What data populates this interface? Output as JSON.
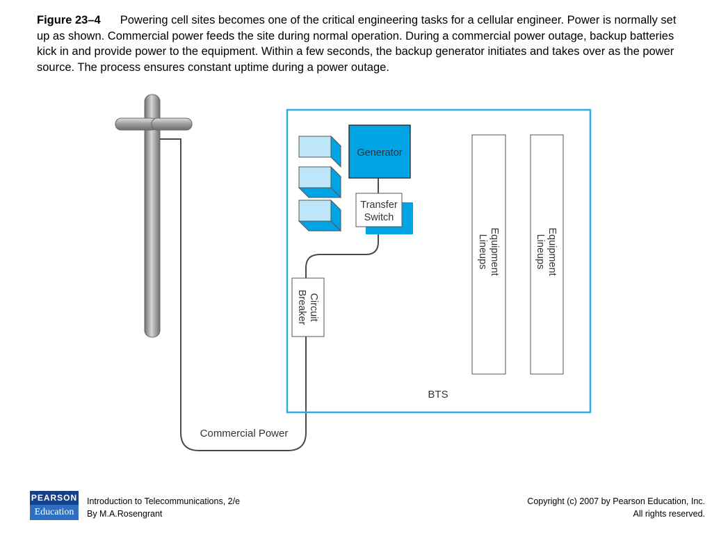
{
  "caption": {
    "label": "Figure 23–4",
    "text": "Powering cell sites becomes one of the critical engineering tasks for a cellular engineer. Power is normally set up as shown. Commercial power feeds the site during normal operation. During a commercial power outage, backup batteries kick in and provide power to the equipment. Within a few seconds, the backup generator initiates and takes over as the power source. The process ensures constant uptime during a power outage."
  },
  "diagram": {
    "generator": "Generator",
    "transfer_switch": [
      "Transfer",
      "Switch"
    ],
    "circuit_breaker": [
      "Circuit",
      "Breaker"
    ],
    "equipment_lineups": [
      [
        "Equipment",
        "Lineups"
      ],
      [
        "Equipment",
        "Lineups"
      ]
    ],
    "bts": "BTS",
    "commercial_power": "Commercial Power",
    "colors": {
      "accent": "#00a3e4",
      "battery_front": "#bfe6f8",
      "battery_side": "#00a3e4",
      "pole": "#8a8a8a",
      "wire": "#4a4a4a"
    }
  },
  "footer": {
    "logo_top": "PEARSON",
    "logo_bottom": "Education",
    "book_title": "Introduction to Telecommunications, 2/e",
    "author": "By M.A.Rosengrant",
    "copyright": "Copyright (c) 2007 by Pearson Education, Inc.",
    "rights": "All rights reserved."
  }
}
